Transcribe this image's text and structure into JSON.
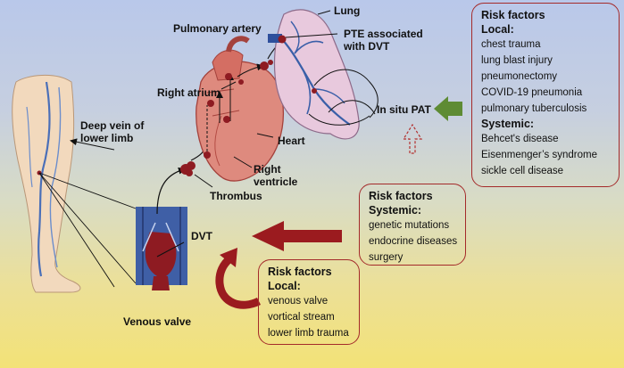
{
  "labels": {
    "pulmonary_artery": "Pulmonary artery",
    "lung": "Lung",
    "pte_line1": "PTE associated",
    "pte_line2": "with DVT",
    "right_atrium": "Right atrium",
    "deep_vein_line1": "Deep vein of",
    "deep_vein_line2": "lower limb",
    "heart": "Heart",
    "right_ventricle_line1": "Right",
    "right_ventricle_line2": "ventricle",
    "thrombus": "Thrombus",
    "in_situ_pat": "In situ PAT",
    "dvt": "DVT",
    "venous_valve": "Venous valve"
  },
  "box_top_right": {
    "title": "Risk factors",
    "local_heading": "Local:",
    "local_items": [
      "chest trauma",
      "lung blast injury",
      "pneumonectomy",
      "COVID-19 pneumonia",
      "pulmonary tuberculosis"
    ],
    "systemic_heading": "Systemic:",
    "systemic_items": [
      "Behcet's disease",
      "Eisenmenger’s syndrome",
      "sickle cell disease"
    ]
  },
  "box_middle": {
    "title": "Risk factors",
    "systemic_heading": "Systemic:",
    "items": [
      "genetic mutations",
      "endocrine diseases",
      "surgery"
    ]
  },
  "box_bottom": {
    "title": "Risk factors",
    "local_heading": "Local:",
    "items": [
      "venous valve",
      "vortical stream",
      "lower limb trauma"
    ]
  },
  "colors": {
    "box_border": "#a42a2a",
    "dark_red_arrow": "#9b1b1f",
    "green_arrow": "#5e8b34",
    "thrombus": "#8e1b22",
    "vein_blue": "#3a5fa8"
  }
}
